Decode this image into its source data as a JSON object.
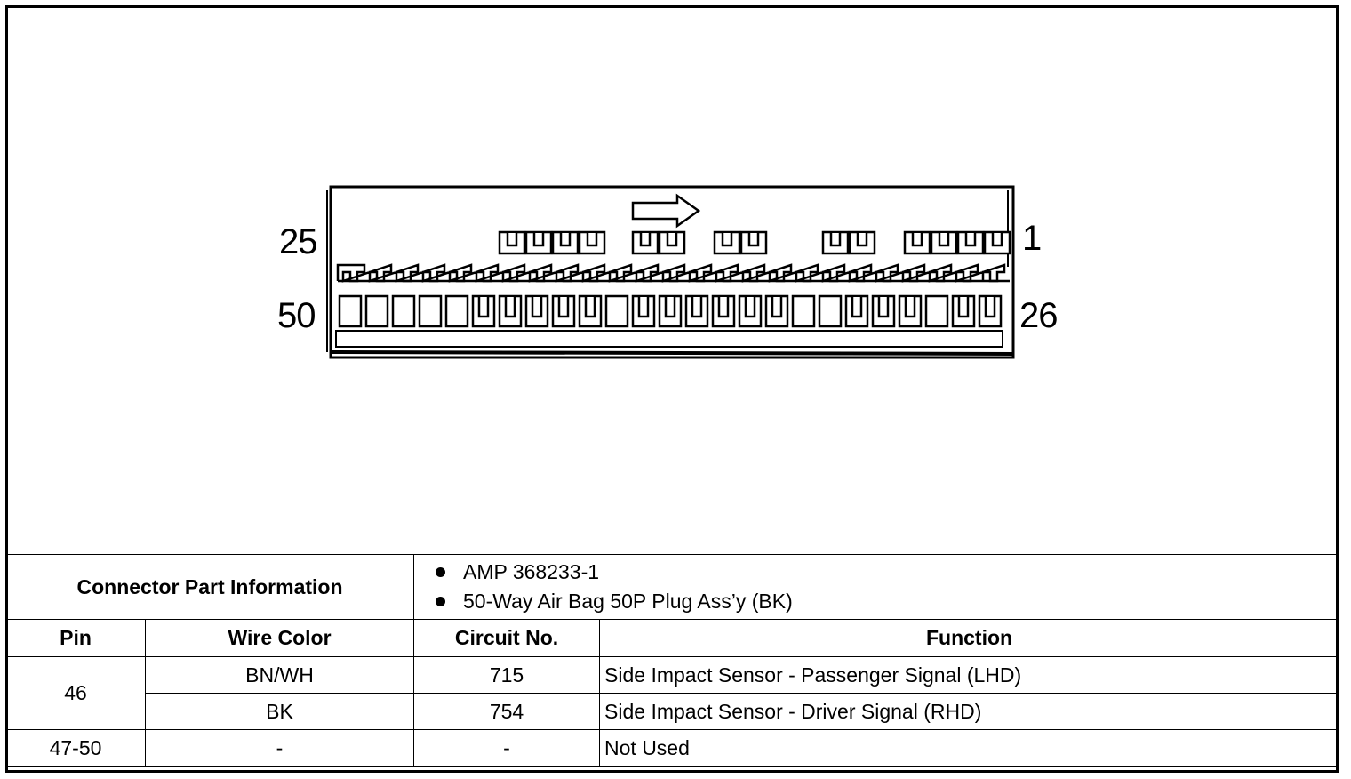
{
  "connector": {
    "pin_labels": {
      "top_left": "25",
      "top_right": "1",
      "bottom_left": "50",
      "bottom_right": "26"
    },
    "icons": [
      "arrow-right-icon"
    ]
  },
  "part_info": {
    "label": "Connector Part Information",
    "items": [
      "AMP 368233-1",
      "50-Way Air Bag 50P Plug Ass’y (BK)"
    ]
  },
  "table": {
    "headers": {
      "pin": "Pin",
      "wire_color": "Wire Color",
      "circuit": "Circuit No.",
      "function": "Function"
    },
    "rows": [
      {
        "pin": "46",
        "wire_color": "BN/WH",
        "circuit": "715",
        "function": "Side Impact Sensor - Passenger Signal (LHD)"
      },
      {
        "wire_color": "BK",
        "circuit": "754",
        "function": "Side Impact Sensor - Driver Signal (RHD)"
      },
      {
        "pin": "47-50",
        "wire_color": "-",
        "circuit": "-",
        "function": "Not Used"
      }
    ]
  }
}
